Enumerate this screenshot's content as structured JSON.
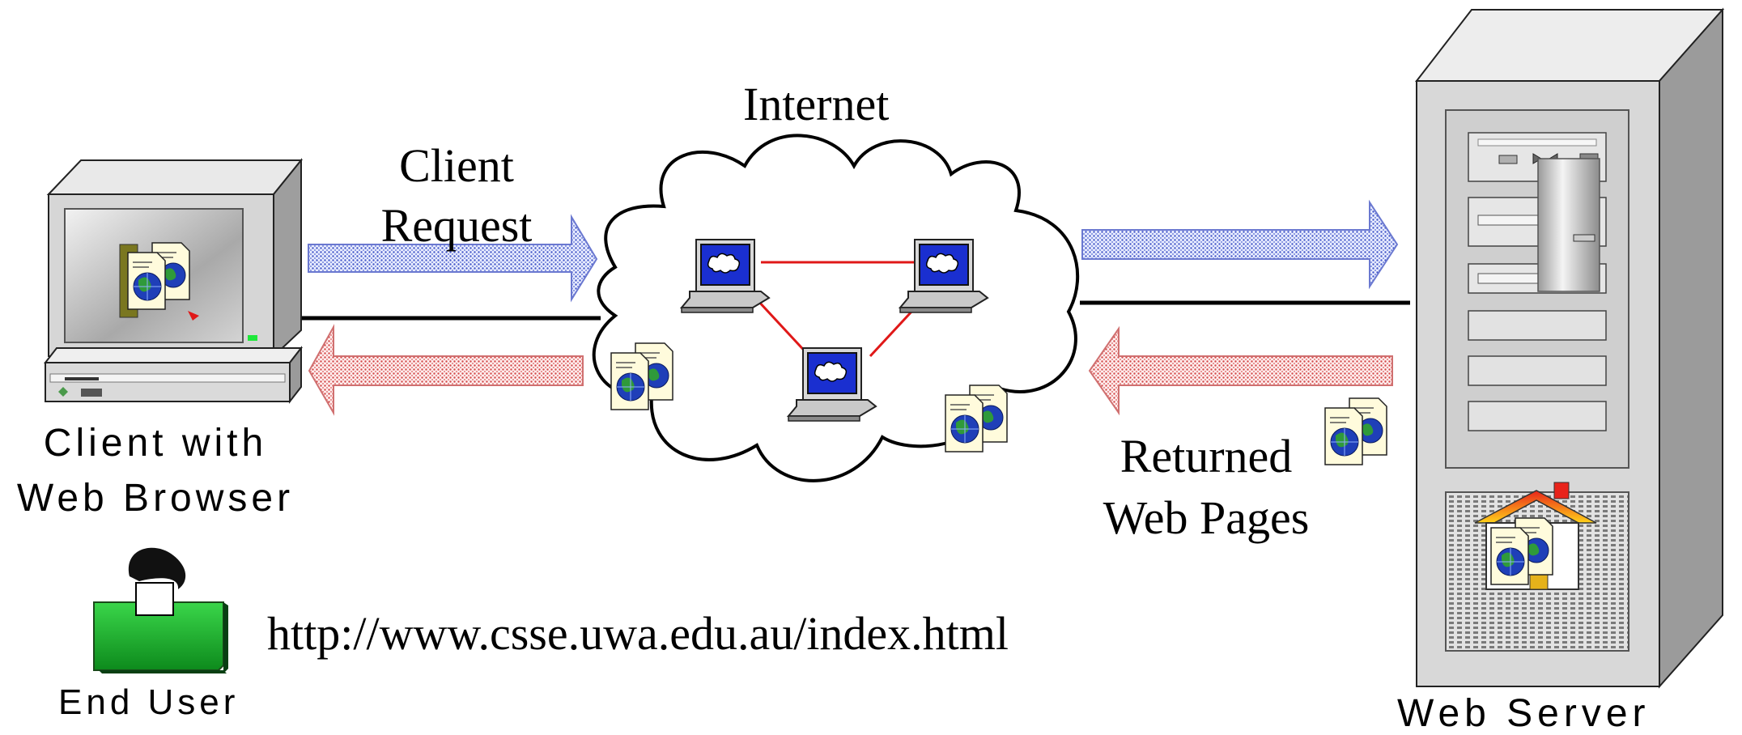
{
  "labels": {
    "internet": "Internet",
    "client_request_line1": "Client",
    "client_request_line2": "Request",
    "returned_line1": "Returned",
    "returned_line2": "Web Pages",
    "client_line1": "Client with",
    "client_line2": "Web Browser",
    "end_user": "End User",
    "web_server": "Web Server",
    "url": "http://www.csse.uwa.edu.au/index.html"
  },
  "colors": {
    "request_arrow": "#aab8ee",
    "response_arrow": "#f6c4c4",
    "link_red": "#e01818",
    "user_green": "#19b42c",
    "globe_blue": "#1f3fb8",
    "page_yellow": "#fffbdc"
  }
}
